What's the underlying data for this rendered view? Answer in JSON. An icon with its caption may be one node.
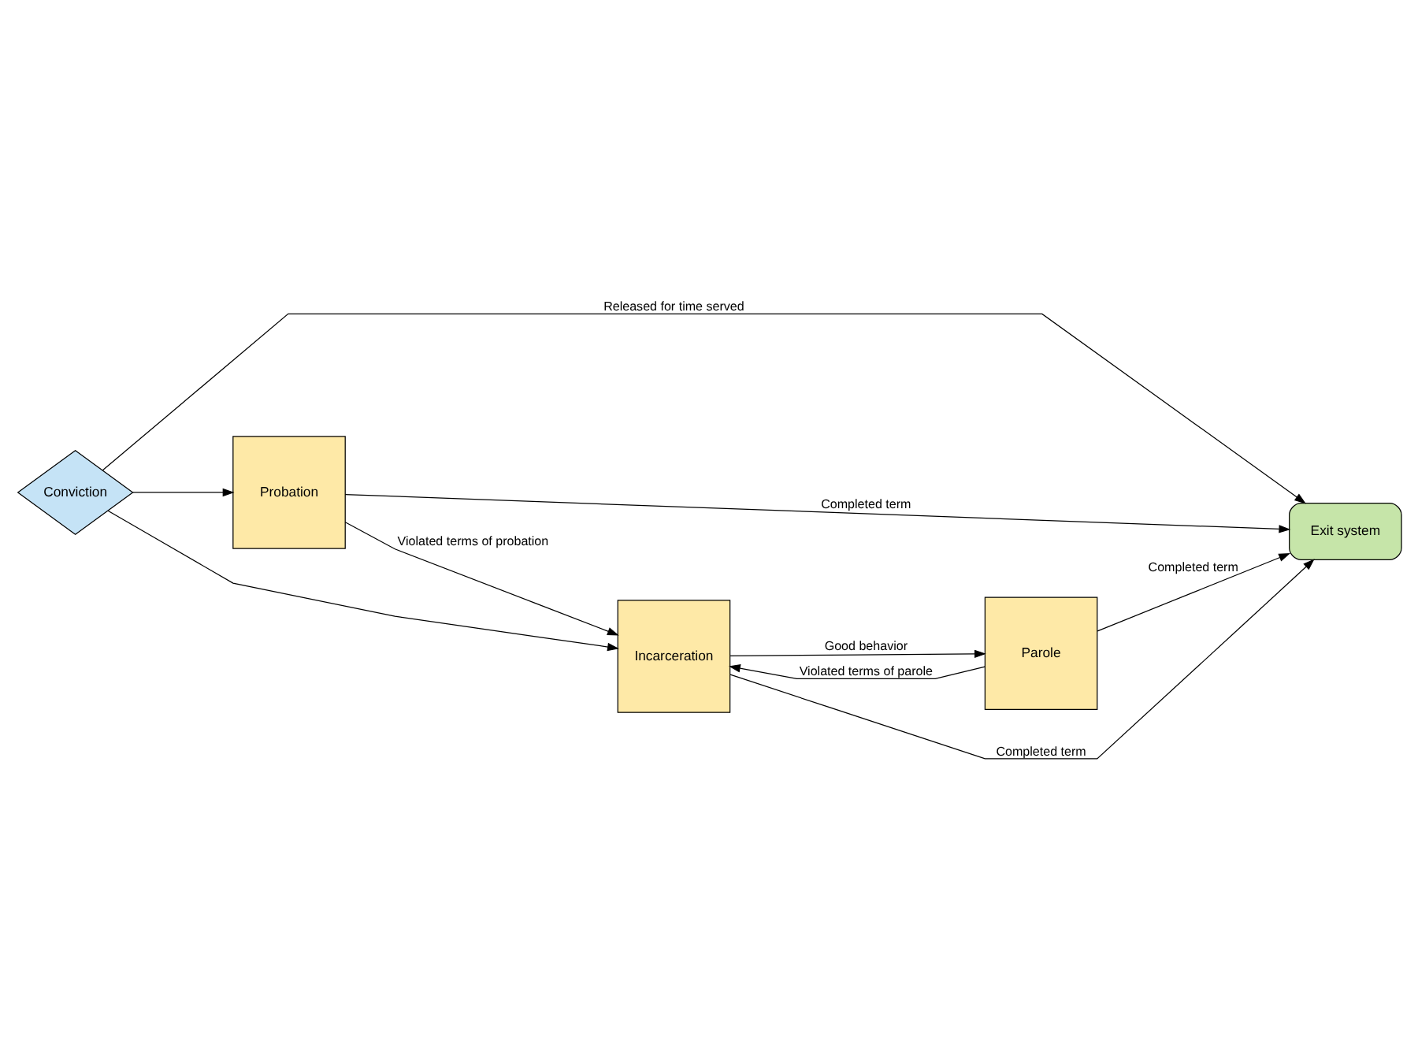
{
  "diagram": {
    "nodes": [
      {
        "text": [
          "Conviction"
        ]
      },
      {
        "text": [
          "Probation"
        ]
      },
      {
        "text": [
          "Exit system"
        ]
      },
      {
        "text": [
          "Incarceration"
        ]
      },
      {
        "text": [
          "Parole"
        ]
      }
    ],
    "edges": [
      {
        "from": 0,
        "to": 1,
        "arrow": "to"
      },
      {
        "from": 0,
        "to": 2,
        "arrow": "to",
        "label": "Released for time served"
      },
      {
        "from": 0,
        "to": 3,
        "arrow": "to"
      },
      {
        "from": 1,
        "to": 2,
        "arrow": "to",
        "label": "Completed term"
      },
      {
        "from": 1,
        "to": 3,
        "arrow": "to",
        "label": "Violated terms of probation"
      },
      {
        "from": 3,
        "to": 2,
        "arrow": "to",
        "label": "Completed term"
      },
      {
        "from": 3,
        "to": 4,
        "arrow": "to",
        "label": "Good behavior"
      },
      {
        "from": 4,
        "to": 3,
        "arrow": "to",
        "label": "Violated terms of parole"
      },
      {
        "from": 4,
        "to": 2,
        "arrow": "to",
        "label": "Completed term"
      }
    ]
  }
}
